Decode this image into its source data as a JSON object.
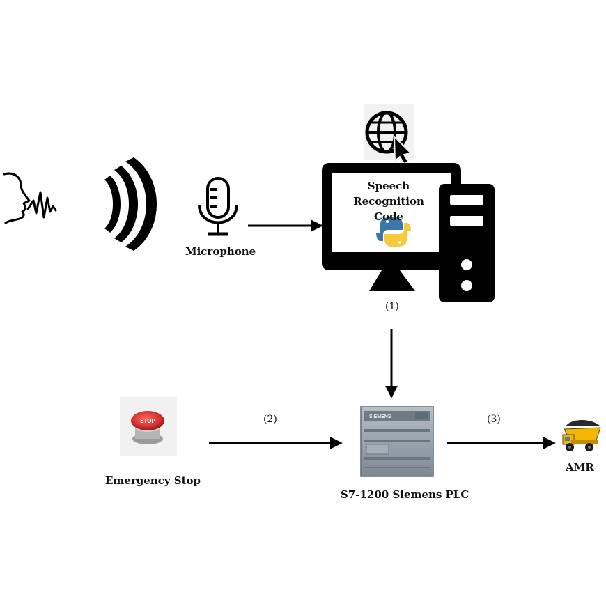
{
  "nodes": {
    "microphone": {
      "label": "Microphone",
      "icon": "microphone-icon"
    },
    "computer": {
      "line1": "Speech Recognition",
      "line2": "Code",
      "icon": "desktop-computer-icon"
    },
    "emergency_stop": {
      "label": "Emergency Stop",
      "icon": "stop-button-icon",
      "button_text": "STOP"
    },
    "plc": {
      "label": "S7-1200 Siemens PLC",
      "icon": "plc-icon",
      "brand_text": "SIEMENS"
    },
    "amr": {
      "label": "AMR",
      "icon": "dump-truck-icon"
    },
    "speaker": {
      "icon": "speaking-head-icon"
    },
    "sound": {
      "icon": "sound-waves-icon"
    },
    "web": {
      "icon": "globe-cursor-icon"
    },
    "python": {
      "icon": "python-logo-icon"
    }
  },
  "edges": {
    "computer_to_plc": {
      "step": "(1)"
    },
    "stop_to_plc": {
      "step": "(2)"
    },
    "plc_to_amr": {
      "step": "(3)"
    }
  },
  "colors": {
    "line": "#000000",
    "stop_red": "#d32f2f",
    "plc_gray": "#8e99a3",
    "python_blue": "#3b77a8",
    "python_yellow": "#f7c93c",
    "truck_yellow": "#f2b705"
  }
}
